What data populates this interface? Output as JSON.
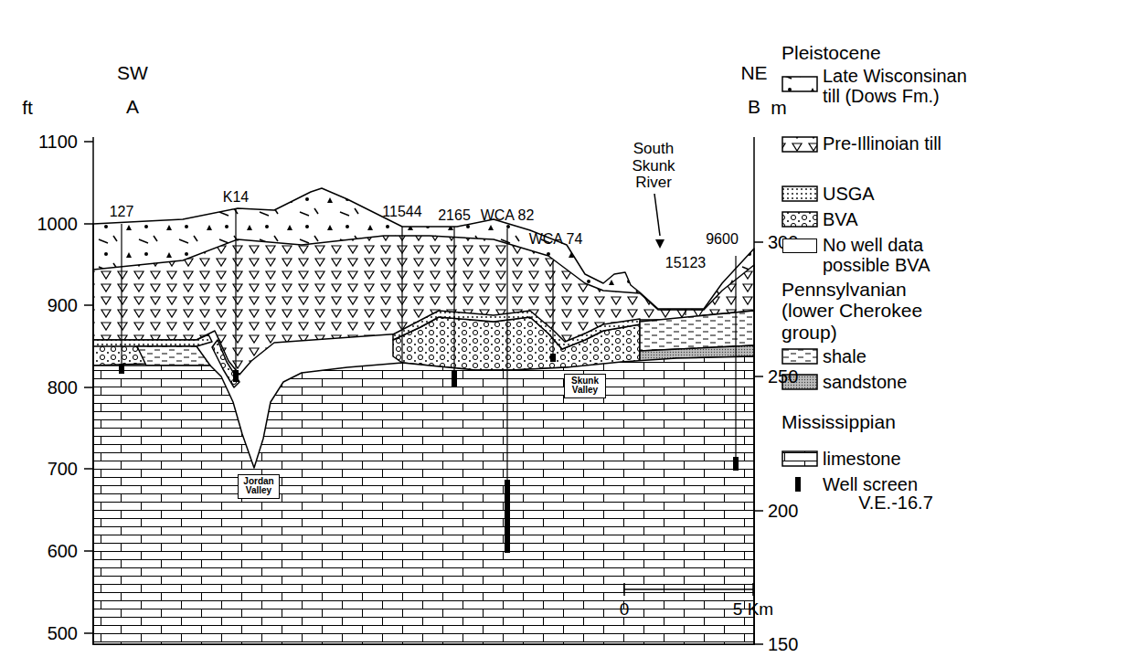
{
  "diagram": {
    "nodes": [
      {
        "text": [
          "Jordan Valley"
        ]
      },
      {
        "text": [
          "Skunk Valley"
        ]
      }
    ],
    "labels": [
      "SW",
      "NE",
      "A",
      "B",
      "ft",
      "m",
      "1100",
      "1000",
      "900",
      "800",
      "700",
      "600",
      "500",
      "300",
      "250",
      "200",
      "150",
      "127",
      "K14",
      "11544",
      "2165",
      "WCA 82",
      "WCA 74",
      "15123",
      "9600",
      "South Skunk River",
      "0",
      "5 Km",
      "V.E.-16.7",
      "Pleistocene",
      "Pennsylvanian (lower Cherokee group)",
      "Mississippian"
    ],
    "legend": [
      {
        "text": "Late Wisconsinan till (Dows Fm.)"
      },
      {
        "text": "Pre-Illinoian till"
      },
      {
        "text": "USGA"
      },
      {
        "text": "BVA"
      },
      {
        "text": "No well data possible BVA",
        "color": "#ffffff"
      },
      {
        "text": "shale"
      },
      {
        "text": "sandstone"
      },
      {
        "text": "limestone"
      },
      {
        "text": "Well screen"
      }
    ]
  }
}
